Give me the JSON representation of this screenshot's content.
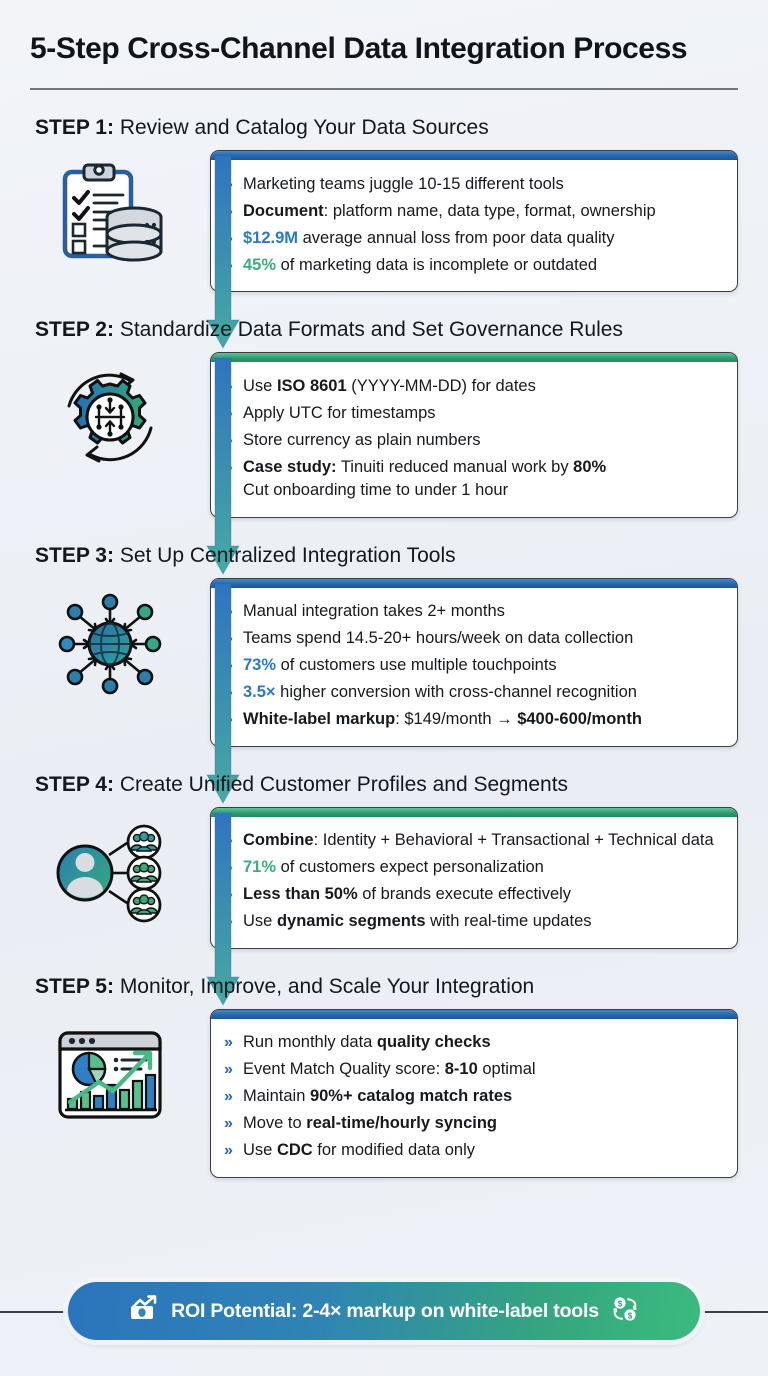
{
  "header": {
    "title": "5-Step Cross-Channel Data Integration Process"
  },
  "steps": [
    {
      "label": "STEP 1:",
      "heading": " Review and Catalog Your Data Sources",
      "accent": "#1b5796",
      "accent_name": "blue",
      "icon": "clipboard-database-icon",
      "bullets": [
        [
          {
            "t": "Marketing teams juggle 10-15 different tools",
            "s": "plain"
          }
        ],
        [
          {
            "t": "Document",
            "s": "bold"
          },
          {
            "t": ": platform name, data type, format, ownership",
            "s": "plain"
          }
        ],
        [
          {
            "t": "$12.9M",
            "s": "hl-blue"
          },
          {
            "t": " average annual loss from poor data quality",
            "s": "plain"
          }
        ],
        [
          {
            "t": "45%",
            "s": "hl-green"
          },
          {
            "t": " of marketing data is incomplete or outdated",
            "s": "plain"
          }
        ]
      ]
    },
    {
      "label": "STEP 2:",
      "heading": " Standardize Data Formats and Set Governance Rules",
      "accent": "#248a60",
      "accent_name": "green",
      "icon": "gear-cycle-icon",
      "bullets": [
        [
          {
            "t": "Use ",
            "s": "plain"
          },
          {
            "t": "ISO 8601",
            "s": "bold"
          },
          {
            "t": " (YYYY-MM-DD) for dates",
            "s": "plain"
          }
        ],
        [
          {
            "t": "Apply UTC for timestamps",
            "s": "plain"
          }
        ],
        [
          {
            "t": "Store currency as plain numbers",
            "s": "plain"
          }
        ],
        [
          {
            "t": "Case study:",
            "s": "bold"
          },
          {
            "t": " Tinuiti reduced manual work by ",
            "s": "plain"
          },
          {
            "t": "80%",
            "s": "bold"
          },
          {
            "t": "Cut onboarding time to under 1 hour",
            "s": "newline"
          }
        ]
      ]
    },
    {
      "label": "STEP 3:",
      "heading": " Set Up Centralized Integration Tools",
      "accent": "#1b5796",
      "accent_name": "blue",
      "icon": "globe-network-icon",
      "bullets": [
        [
          {
            "t": "Manual integration takes 2+ months",
            "s": "plain"
          }
        ],
        [
          {
            "t": "Teams spend 14.5-20+ hours/week on data collection",
            "s": "plain"
          }
        ],
        [
          {
            "t": "73%",
            "s": "hl-blue"
          },
          {
            "t": " of customers use multiple touchpoints",
            "s": "plain"
          }
        ],
        [
          {
            "t": "3.5×",
            "s": "hl-blue"
          },
          {
            "t": " higher conversion with cross-channel recognition",
            "s": "plain"
          }
        ],
        [
          {
            "t": "White-label markup",
            "s": "bold"
          },
          {
            "t": ": $149/month → ",
            "s": "plain"
          },
          {
            "t": "$400-600/month",
            "s": "bold"
          }
        ]
      ]
    },
    {
      "label": "STEP 4:",
      "heading": " Create Unified Customer Profiles and Segments",
      "accent": "#248a60",
      "accent_name": "green",
      "icon": "customer-profile-segments-icon",
      "bullets": [
        [
          {
            "t": "Combine",
            "s": "bold"
          },
          {
            "t": ": Identity + Behavioral + Transactional + Technical data",
            "s": "plain"
          }
        ],
        [
          {
            "t": "71%",
            "s": "hl-green"
          },
          {
            "t": " of customers expect personalization",
            "s": "plain"
          }
        ],
        [
          {
            "t": "Less than 50%",
            "s": "bold"
          },
          {
            "t": " of brands execute effectively",
            "s": "plain"
          }
        ],
        [
          {
            "t": "Use ",
            "s": "plain"
          },
          {
            "t": "dynamic segments",
            "s": "bold"
          },
          {
            "t": " with real-time updates",
            "s": "plain"
          }
        ]
      ]
    },
    {
      "label": "STEP 5:",
      "heading": " Monitor, Improve, and Scale Your Integration",
      "accent": "#1b5796",
      "accent_name": "blue",
      "icon": "analytics-dashboard-icon",
      "bullets": [
        [
          {
            "t": "Run monthly data ",
            "s": "plain"
          },
          {
            "t": "quality checks",
            "s": "bold"
          }
        ],
        [
          {
            "t": "Event Match Quality score: ",
            "s": "plain"
          },
          {
            "t": "8-10",
            "s": "bold"
          },
          {
            "t": " optimal",
            "s": "plain"
          }
        ],
        [
          {
            "t": "Maintain ",
            "s": "plain"
          },
          {
            "t": "90%+ catalog match rates",
            "s": "bold"
          }
        ],
        [
          {
            "t": "Move to ",
            "s": "plain"
          },
          {
            "t": "real-time/hourly syncing",
            "s": "bold"
          }
        ],
        [
          {
            "t": "Use ",
            "s": "plain"
          },
          {
            "t": "CDC",
            "s": "bold"
          },
          {
            "t": " for modified data only",
            "s": "plain"
          }
        ]
      ]
    }
  ],
  "footer": {
    "text": "ROI Potential: 2-4× markup on white-label tools",
    "left_icon": "money-growth-icon",
    "right_icon": "money-exchange-icon",
    "gradient_from": "#2b74bd",
    "gradient_to": "#3bbb7f"
  },
  "bullet_marker": "»"
}
